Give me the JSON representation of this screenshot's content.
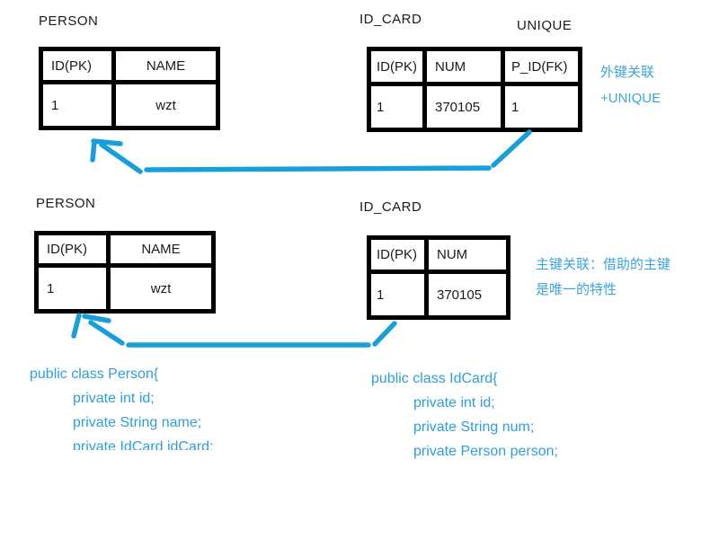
{
  "colors": {
    "arrow": "#189ED8",
    "code_text": "#2E9FDA",
    "anno_text": "#3BA5DC",
    "ink": "#1B1B1B",
    "border": "#000000"
  },
  "fk_diagram": {
    "person": {
      "title": "PERSON",
      "headers": [
        "ID(PK)",
        "NAME"
      ],
      "row": [
        "1",
        "wzt"
      ]
    },
    "idcard": {
      "title": "ID_CARD",
      "unique_label": "UNIQUE",
      "headers": [
        "ID(PK)",
        "NUM",
        "P_ID(FK)"
      ],
      "row": [
        "1",
        "370105",
        "1"
      ]
    },
    "annotation": {
      "line1": "外键关联",
      "line2": "+UNIQUE"
    }
  },
  "pk_diagram": {
    "person": {
      "title": "PERSON",
      "headers": [
        "ID(PK)",
        "NAME"
      ],
      "row": [
        "1",
        "wzt"
      ]
    },
    "idcard": {
      "title": "ID_CARD",
      "headers": [
        "ID(PK)",
        "NUM"
      ],
      "row": [
        "1",
        "370105"
      ]
    },
    "annotation": {
      "line1": "主键关联：借助的主键",
      "line2": "是唯一的特性"
    }
  },
  "code_person": {
    "line1": "public class Person{",
    "line2": "private int id;",
    "line3": "private String name;",
    "line4": "private IdCard idCard;"
  },
  "code_idcard": {
    "line1": "public class IdCard{",
    "line2": "private int id;",
    "line3": "private String num;",
    "line4": "private Person person;"
  }
}
